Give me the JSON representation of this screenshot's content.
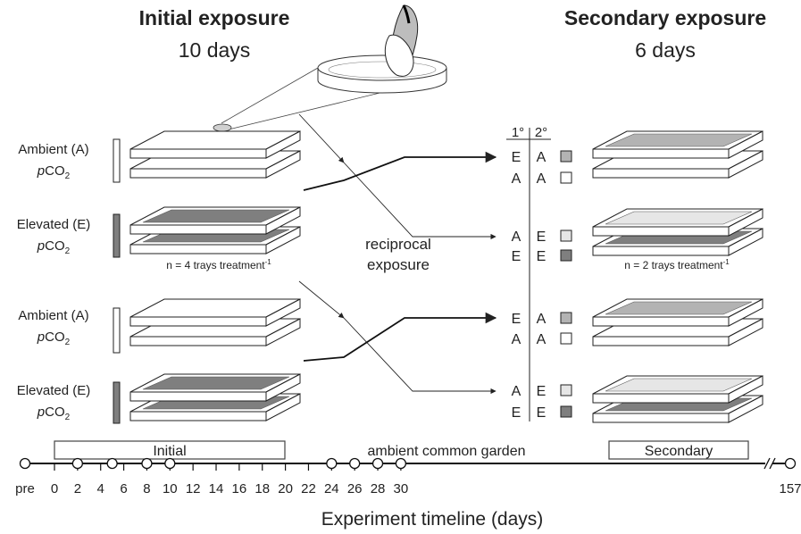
{
  "headers": {
    "initial_title": "Initial exposure",
    "initial_duration": "10 days",
    "secondary_title": "Secondary exposure",
    "secondary_duration": "6 days"
  },
  "treatments": {
    "ambient_label": "Ambient (A)",
    "elevated_label": "Elevated (E)",
    "pco2_italic": "p",
    "pco2_main": "CO",
    "pco2_sub": "2"
  },
  "trays": {
    "initial_count": "n = 4 trays treatment",
    "secondary_count": "n = 2 trays treatment",
    "superscript": "-1"
  },
  "reciprocal": {
    "line1": "reciprocal",
    "line2": "exposure"
  },
  "combo_header": {
    "left": "1°",
    "right": "2°"
  },
  "combos": [
    {
      "first": "E",
      "second": "A",
      "swatch": "#b3b3b3"
    },
    {
      "first": "A",
      "second": "A",
      "swatch": "#ffffff"
    },
    {
      "first": "A",
      "second": "E",
      "swatch": "#e6e6e6"
    },
    {
      "first": "E",
      "second": "E",
      "swatch": "#7f7f7f"
    },
    {
      "first": "E",
      "second": "A",
      "swatch": "#b3b3b3"
    },
    {
      "first": "A",
      "second": "A",
      "swatch": "#ffffff"
    },
    {
      "first": "A",
      "second": "E",
      "swatch": "#e6e6e6"
    },
    {
      "first": "E",
      "second": "E",
      "swatch": "#7f7f7f"
    }
  ],
  "timeline": {
    "phase_initial": "Initial",
    "phase_common": "ambient common garden",
    "phase_secondary": "Secondary",
    "ticks": [
      "pre",
      "0",
      "2",
      "4",
      "6",
      "8",
      "10",
      "12",
      "14",
      "16",
      "18",
      "20",
      "22",
      "24",
      "26",
      "28",
      "30",
      "157"
    ],
    "sample_days": [
      "pre",
      "2",
      "5",
      "8",
      "10",
      "24",
      "26",
      "28",
      "30",
      "157"
    ],
    "axis_label": "Experiment timeline (days)"
  },
  "colors": {
    "ambient": "#ffffff",
    "elevated": "#7f7f7f",
    "elevated_to_ambient": "#b3b3b3",
    "ambient_to_elevated": "#e6e6e6",
    "line": "#222222"
  }
}
